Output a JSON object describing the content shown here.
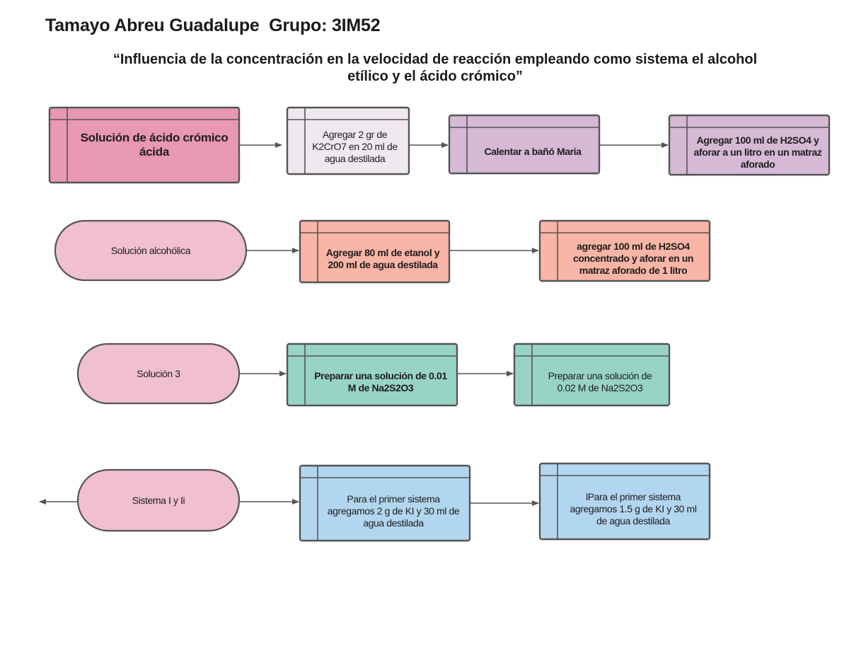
{
  "header": {
    "author_group": "Tamayo Abreu Guadalupe  Grupo: 3IM52",
    "title_line1": "“Influencia de la concentración en la velocidad de reacción empleando como sistema el alcohol",
    "title_line2": "etílico y el ácido crómico”"
  },
  "colors": {
    "pink_dark": "#e898b0",
    "pink_light": "#f0bfd0",
    "lavender_light": "#f0e8ef",
    "lavender": "#d5b9d5",
    "salmon": "#f9b5a6",
    "teal": "#97d4c6",
    "blue": "#b3d6f0",
    "stroke": "#555555"
  },
  "rows": [
    {
      "name": "acido-cromico",
      "nodes": [
        {
          "text": "Solución de ácido crómico ácida",
          "shape": "process",
          "color": "pink_dark"
        },
        {
          "text": "Agregar 2 gr de K2CrO7 en 20 ml de agua destilada",
          "shape": "process",
          "color": "lavender_light"
        },
        {
          "text": "Calentar a bañó Maria",
          "shape": "process",
          "color": "lavender"
        },
        {
          "text": "Agregar 100 ml de H2SO4 y aforar a un litro en un matraz aforado",
          "shape": "process",
          "color": "lavender"
        }
      ]
    },
    {
      "name": "alcoholica",
      "nodes": [
        {
          "text": "Solución alcohólica",
          "shape": "terminal",
          "color": "pink_light"
        },
        {
          "text": "Agregar 80 ml de etanol y 200 ml de agua destilada",
          "shape": "process",
          "color": "salmon"
        },
        {
          "text": "agregar 100 ml de H2SO4 concentrado y aforar en un matraz aforado de 1 litro",
          "shape": "process",
          "color": "salmon"
        }
      ]
    },
    {
      "name": "solucion-3",
      "nodes": [
        {
          "text": "Solución 3",
          "shape": "terminal",
          "color": "pink_light"
        },
        {
          "text": "Preparar una solución de 0.01 M de Na2S2O3",
          "shape": "process",
          "color": "teal"
        },
        {
          "text": "Preparar una solución de 0.02 M de Na2S2O3",
          "shape": "process",
          "color": "teal"
        }
      ]
    },
    {
      "name": "sistema",
      "nodes": [
        {
          "text": "Sistema I y Ii",
          "shape": "terminal",
          "color": "pink_light"
        },
        {
          "text": "Para el primer sistema agregamos 2 g de KI y 30 ml de agua destilada",
          "shape": "process",
          "color": "blue"
        },
        {
          "text": "lPara el primer sistema agregamos 1.5 g  de KI y 30 ml de agua destilada",
          "shape": "process",
          "color": "blue"
        }
      ]
    }
  ]
}
